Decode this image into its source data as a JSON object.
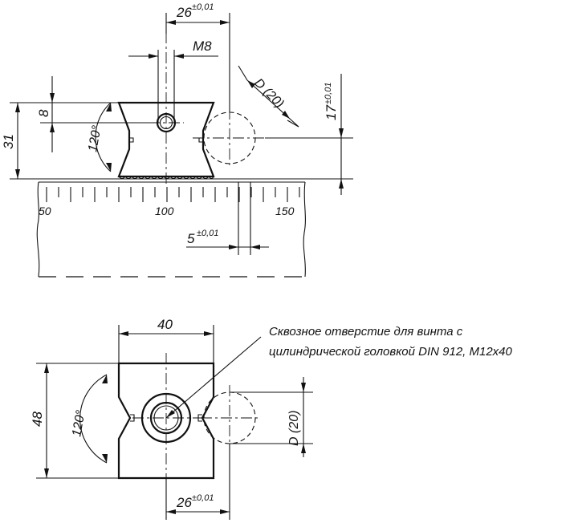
{
  "top_view": {
    "dim_top": {
      "value": "26",
      "tolerance": "±0,01"
    },
    "thread": "M8",
    "diameter": "D (20)",
    "height_right": {
      "value": "17",
      "tolerance": "±0,01"
    },
    "dim_eight": "8",
    "height_total": "31",
    "angle": "120°",
    "scale_labels": [
      "50",
      "100",
      "150"
    ],
    "pitch": {
      "value": "5",
      "tolerance": "±0,01"
    }
  },
  "bottom_view": {
    "width": "40",
    "height": "48",
    "angle": "120°",
    "diameter": "D (20)",
    "offset": {
      "value": "26",
      "tolerance": "±0,01"
    },
    "note_line1": "Сквозное отверстие для винта с",
    "note_line2": "цилиндрической головкой DIN 912, M12x40"
  }
}
